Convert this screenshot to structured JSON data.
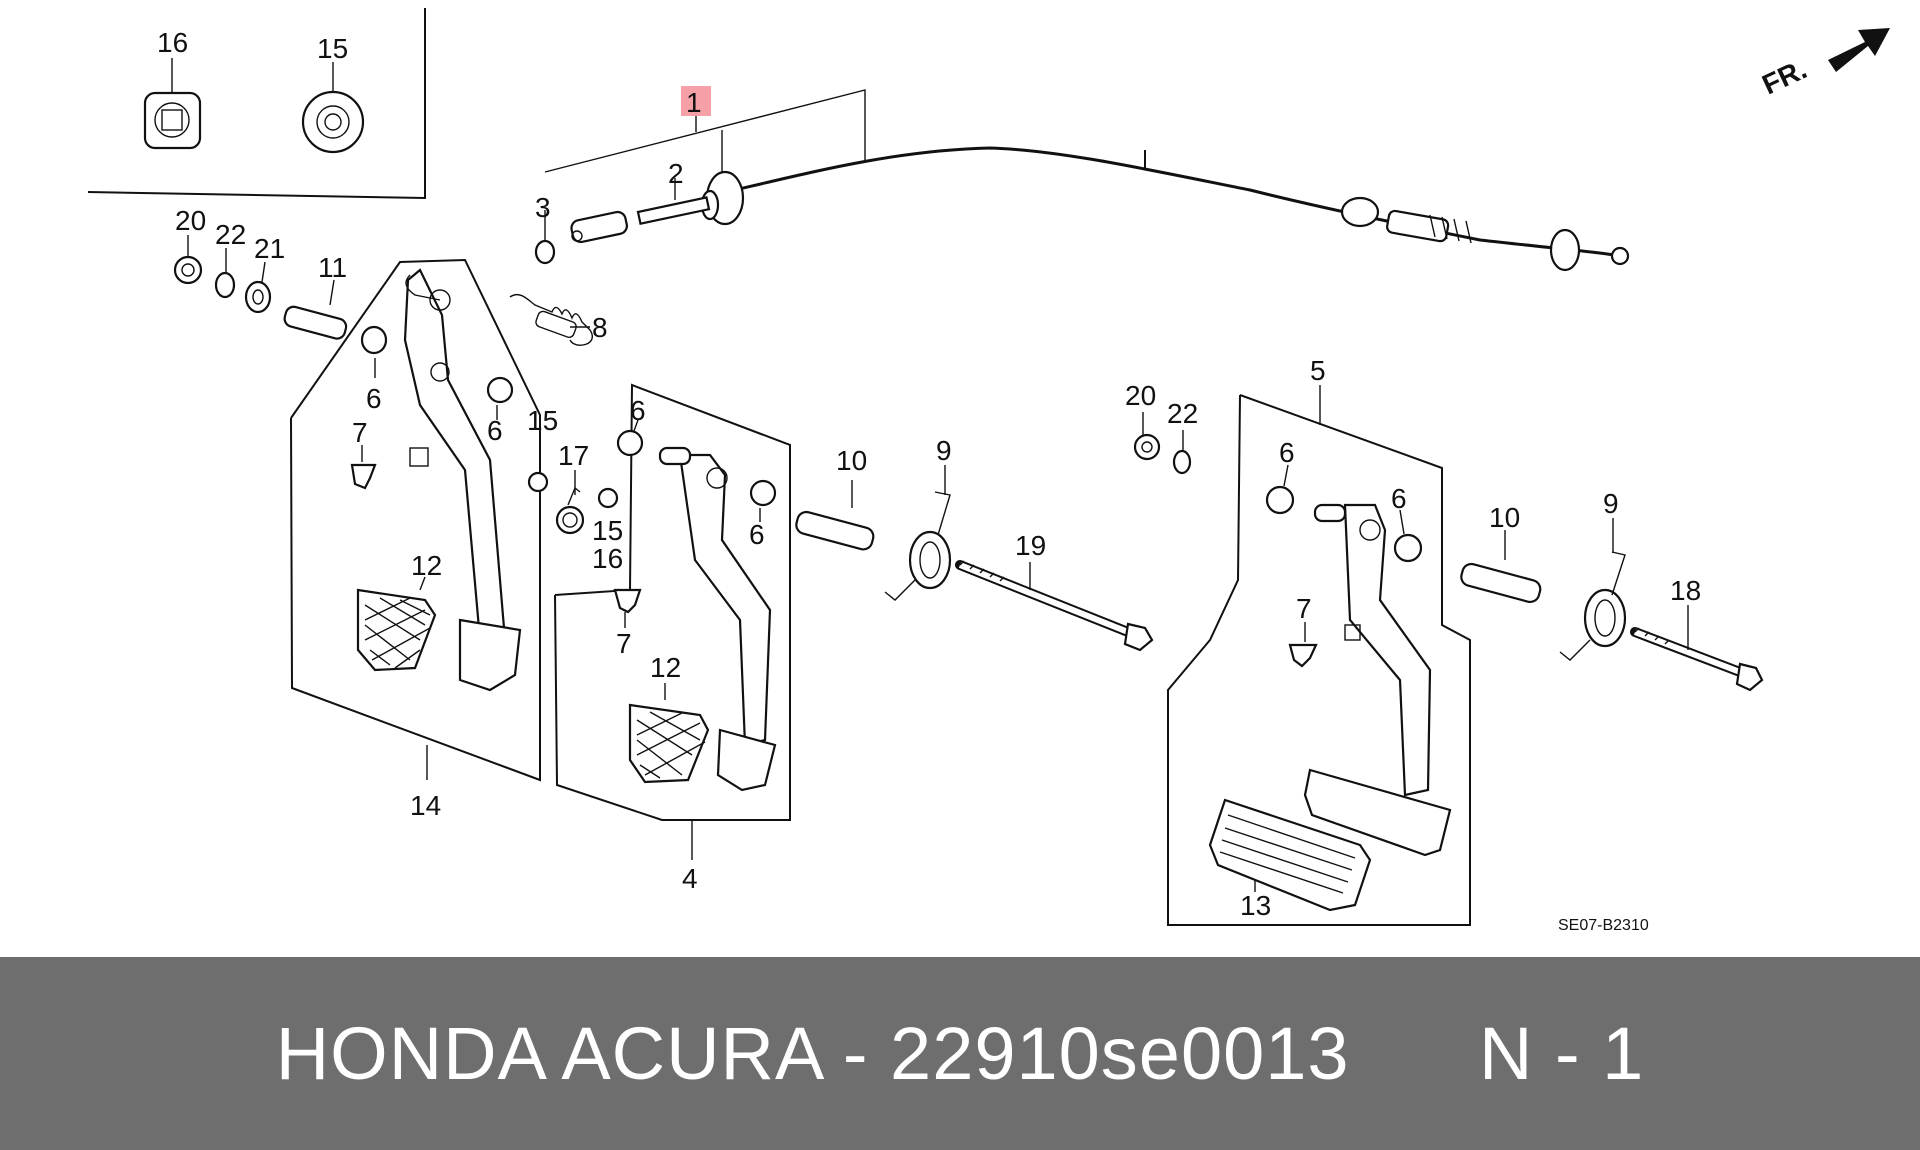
{
  "diagram": {
    "fr_label": "FR.",
    "code": "SE07-B2310",
    "highlight_color": "#f4a0a6",
    "callouts": {
      "c1": "1",
      "c2": "2",
      "c3": "3",
      "c4": "4",
      "c5": "5",
      "c6a": "6",
      "c6b": "6",
      "c6c": "6",
      "c6d": "6",
      "c6e": "6",
      "c6f": "6",
      "c7a": "7",
      "c7b": "7",
      "c7c": "7",
      "c8": "8",
      "c9a": "9",
      "c9b": "9",
      "c10a": "10",
      "c10b": "10",
      "c11": "11",
      "c12a": "12",
      "c12b": "12",
      "c13": "13",
      "c14": "14",
      "c15a": "15",
      "c15b": "15",
      "c15c": "15",
      "c16a": "16",
      "c16b": "16",
      "c17": "17",
      "c18": "18",
      "c19": "19",
      "c20a": "20",
      "c20b": "20",
      "c21": "21",
      "c22a": "22",
      "c22b": "22"
    }
  },
  "footer": {
    "title": "HONDA ACURA - 22910se0013      N - 1"
  }
}
